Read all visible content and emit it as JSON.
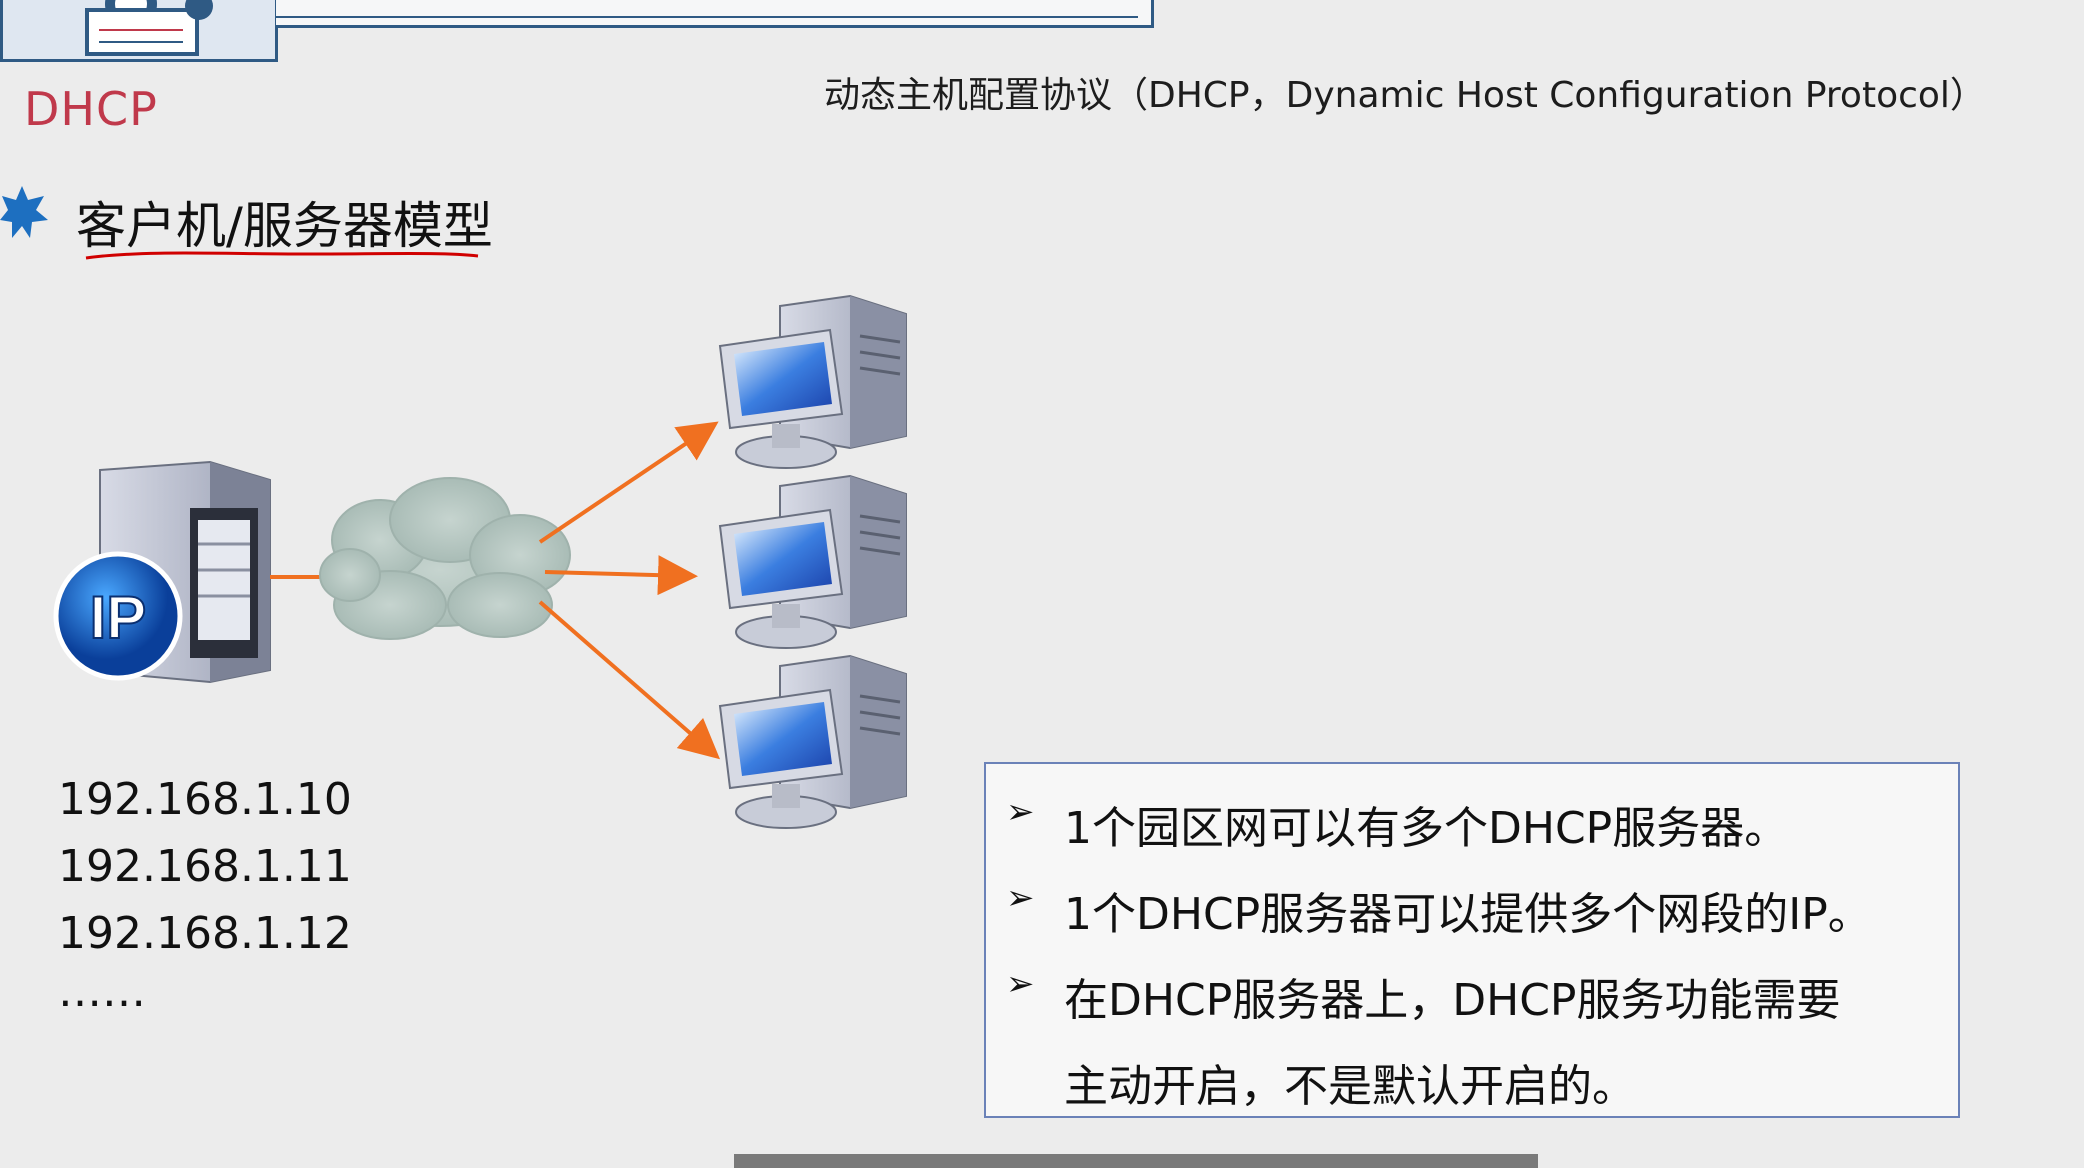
{
  "header": {
    "section_label": "DHCP",
    "subtitle": "动态主机配置协议（DHCP，Dynamic Host Configuration Protocol）"
  },
  "main": {
    "heading": "客户机/服务器模型",
    "server_badge": "IP",
    "ip_list": [
      "192.168.1.10",
      "192.168.1.11",
      "192.168.1.12",
      "……"
    ],
    "notes": [
      "1个园区网可以有多个DHCP服务器。",
      "1个DHCP服务器可以提供多个网段的IP。",
      "在DHCP服务器上，DHCP服务功能需要",
      "主动开启，不是默认开启的。"
    ]
  },
  "colors": {
    "accent_red": "#c0394b",
    "arrow_orange": "#f07020",
    "box_border": "#6b82b8",
    "frame_blue": "#2f5a84"
  },
  "icons": [
    "star-bullet-icon",
    "server-icon",
    "cloud-icon",
    "client-computer-icon",
    "arrow-bullet-icon"
  ]
}
